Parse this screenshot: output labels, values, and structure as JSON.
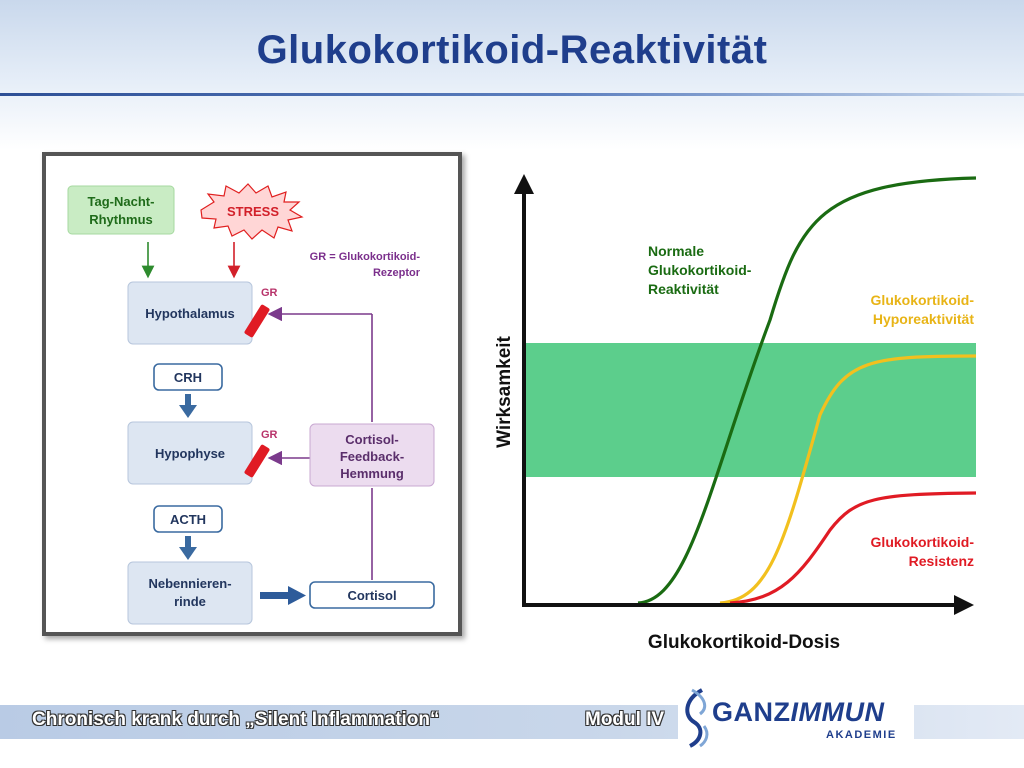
{
  "slide": {
    "title": "Glukokortikoid-Reaktivität"
  },
  "diagram": {
    "tag_nacht_line1": "Tag-Nacht-",
    "tag_nacht_line2": "Rhythmus",
    "stress": "STRESS",
    "gr_legend_line1": "GR = Glukokortikoid-",
    "gr_legend_line2": "Rezeptor",
    "gr_label": "GR",
    "hypothalamus": "Hypothalamus",
    "crh": "CRH",
    "hypophyse": "Hypophyse",
    "acth": "ACTH",
    "nebenniere_line1": "Nebennieren-",
    "nebenniere_line2": "rinde",
    "cortisol": "Cortisol",
    "feedback_line1": "Cortisol-",
    "feedback_line2": "Feedback-",
    "feedback_line3": "Hemmung"
  },
  "chart": {
    "y_label": "Wirksamkeit",
    "x_label": "Glukokortikoid-Dosis",
    "normal_line1": "Normale",
    "normal_line2": "Glukokortikoid-",
    "normal_line3": "Reaktivität",
    "hypo_line1": "Glukokortikoid-",
    "hypo_line2": "Hyporeaktivität",
    "res_line1": "Glukokortikoid-",
    "res_line2": "Resistenz",
    "colors": {
      "normal": "#1a6b12",
      "hypo": "#f2c01e",
      "resistance": "#e01b24",
      "band": "#5cce8c"
    }
  },
  "footer": {
    "left": "Chronisch krank durch „Silent Inflammation“",
    "right": "Modul IV",
    "logo_main": "GANZ",
    "logo_accent": "IMMUN",
    "logo_sub": "AKADEMIE"
  }
}
